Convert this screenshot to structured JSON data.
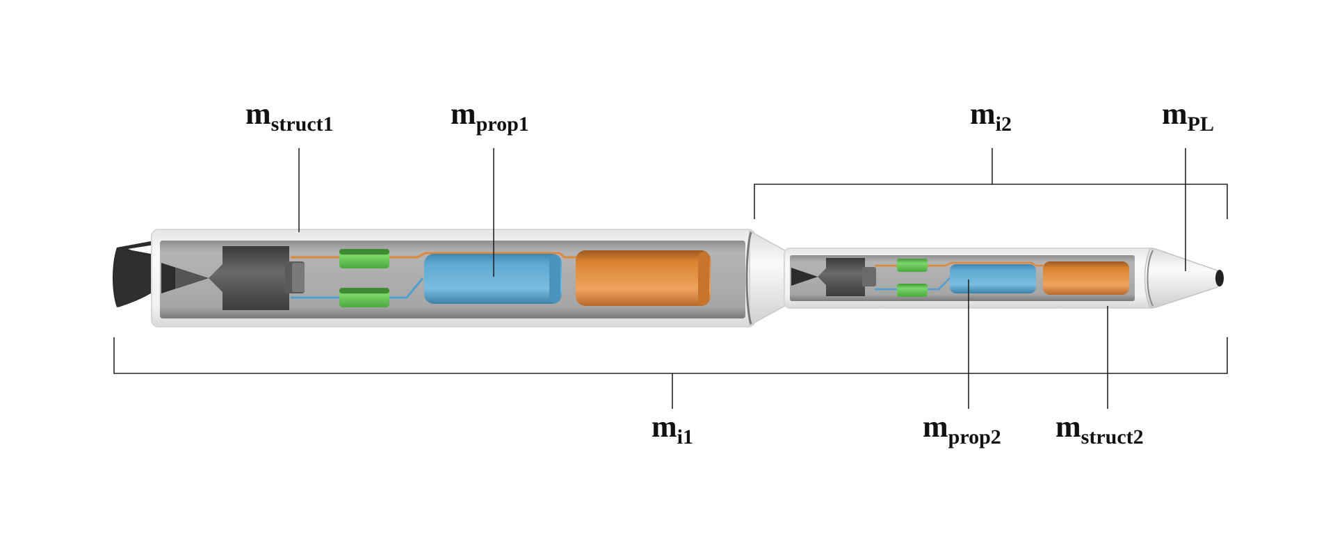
{
  "labels": {
    "m_struct1": {
      "base": "m",
      "sub": "struct1"
    },
    "m_prop1": {
      "base": "m",
      "sub": "prop1"
    },
    "m_i2": {
      "base": "m",
      "sub": "i2"
    },
    "m_PL": {
      "base": "m",
      "sub": "PL"
    },
    "m_i1": {
      "base": "m",
      "sub": "i1"
    },
    "m_prop2": {
      "base": "m",
      "sub": "prop2"
    },
    "m_struct2": {
      "base": "m",
      "sub": "struct2"
    }
  },
  "colors": {
    "body": "#f2f2f2",
    "bay": "#a8a8a8",
    "engine": "#4a4a4a",
    "nozzle": "#2b2b2b",
    "valve": "#5fbf4a",
    "tank_fuel": "#5ea8cf",
    "tank_oxidizer": "#e08a3c",
    "line": "#222222"
  }
}
